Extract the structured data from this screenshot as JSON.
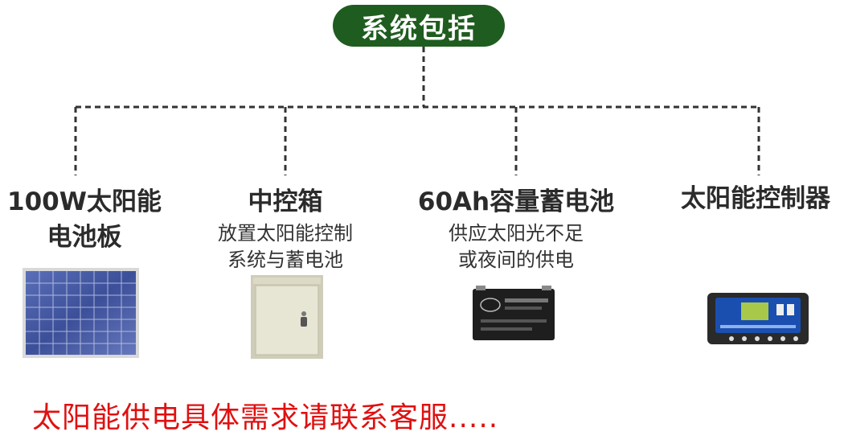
{
  "header": {
    "title": "系统包括"
  },
  "items": [
    {
      "title_line1": "100W太阳能",
      "title_line2": "电池板",
      "image_icon": "solar-panel-icon"
    },
    {
      "title": "中控箱",
      "desc_line1": "放置太阳能控制",
      "desc_line2": "系统与蓄电池",
      "image_icon": "control-box-icon"
    },
    {
      "title": "60Ah容量蓄电池",
      "desc_line1": "供应太阳光不足",
      "desc_line2": "或夜间的供电",
      "image_icon": "battery-icon"
    },
    {
      "title": "太阳能控制器",
      "image_icon": "solar-controller-icon"
    }
  ],
  "footer": {
    "note": "太阳能供电具体需求请联系客服....."
  },
  "colors": {
    "pill": "#1f5c1f",
    "footer": "#e01010",
    "line": "#333333"
  }
}
